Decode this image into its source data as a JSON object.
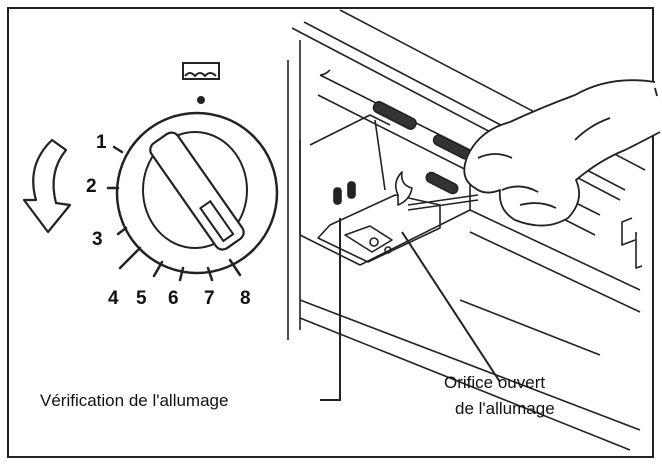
{
  "dial": {
    "numbers": [
      "1",
      "2",
      "3",
      "4",
      "5",
      "6",
      "7",
      "8"
    ]
  },
  "labels": {
    "ignition_check": "Vérification de l'allumage",
    "open_orifice_line1": "Orifice ouvert",
    "open_orifice_line2": "de l'allumage"
  },
  "icons": {
    "oven": "oven-grill-icon",
    "rotate": "rotate-arrow-icon"
  }
}
